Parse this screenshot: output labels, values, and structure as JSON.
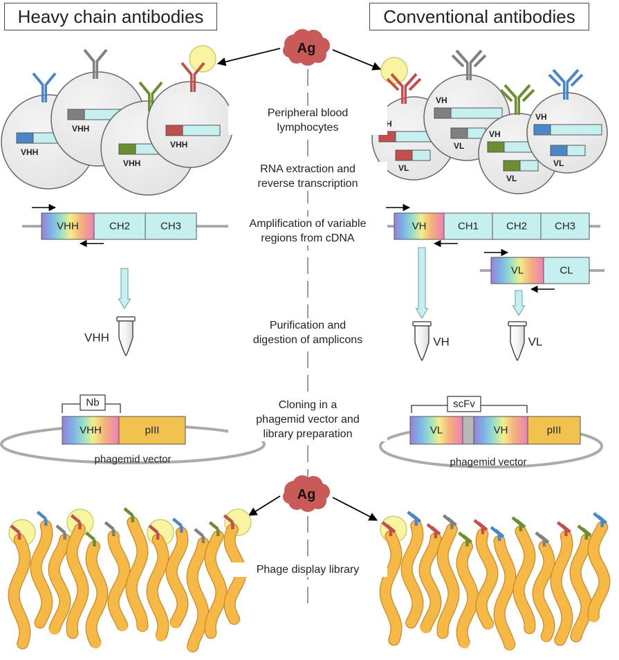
{
  "headers": {
    "left": "Heavy chain antibodies",
    "right": "Conventional antibodies"
  },
  "antigen_label": "Ag",
  "steps": [
    [
      "Peripheral blood",
      "lymphocytes"
    ],
    [
      "RNA extraction and",
      "reverse transcription"
    ],
    [
      "Amplification of variable",
      "regions from cDNA"
    ],
    [
      "Purification and",
      "digestion of amplicons"
    ],
    [
      "Cloning in a",
      "phagemid vector and",
      "library preparation"
    ],
    [
      "Phage display library"
    ]
  ],
  "heavy": {
    "gene_label": "VHH",
    "constant_segments": [
      "CH2",
      "CH3"
    ],
    "tube_label": "VHH",
    "fragment_label": "Nb",
    "vector_segments": [
      "VHH",
      "pIII"
    ],
    "vector_label": "phagemid vector"
  },
  "conventional": {
    "heavy_label": "VH",
    "light_label": "VL",
    "heavy_constant": [
      "CH1",
      "CH2",
      "CH3"
    ],
    "light_constant": [
      "CL"
    ],
    "tube_labels": [
      "VH",
      "VL"
    ],
    "fragment_label": "scFv",
    "vector_segments": [
      "VL",
      "VH",
      "pIII"
    ],
    "vector_label": "phagemid vector"
  },
  "colors": {
    "blue": "#4a86c8",
    "gray": "#808080",
    "green": "#6b8e2f",
    "red": "#c0504d",
    "cyan": "#c6eff0",
    "gold": "#f2c24e",
    "phage": "#f6b945",
    "antigen": "#c85a57",
    "highlight": "#f8f4a0"
  }
}
